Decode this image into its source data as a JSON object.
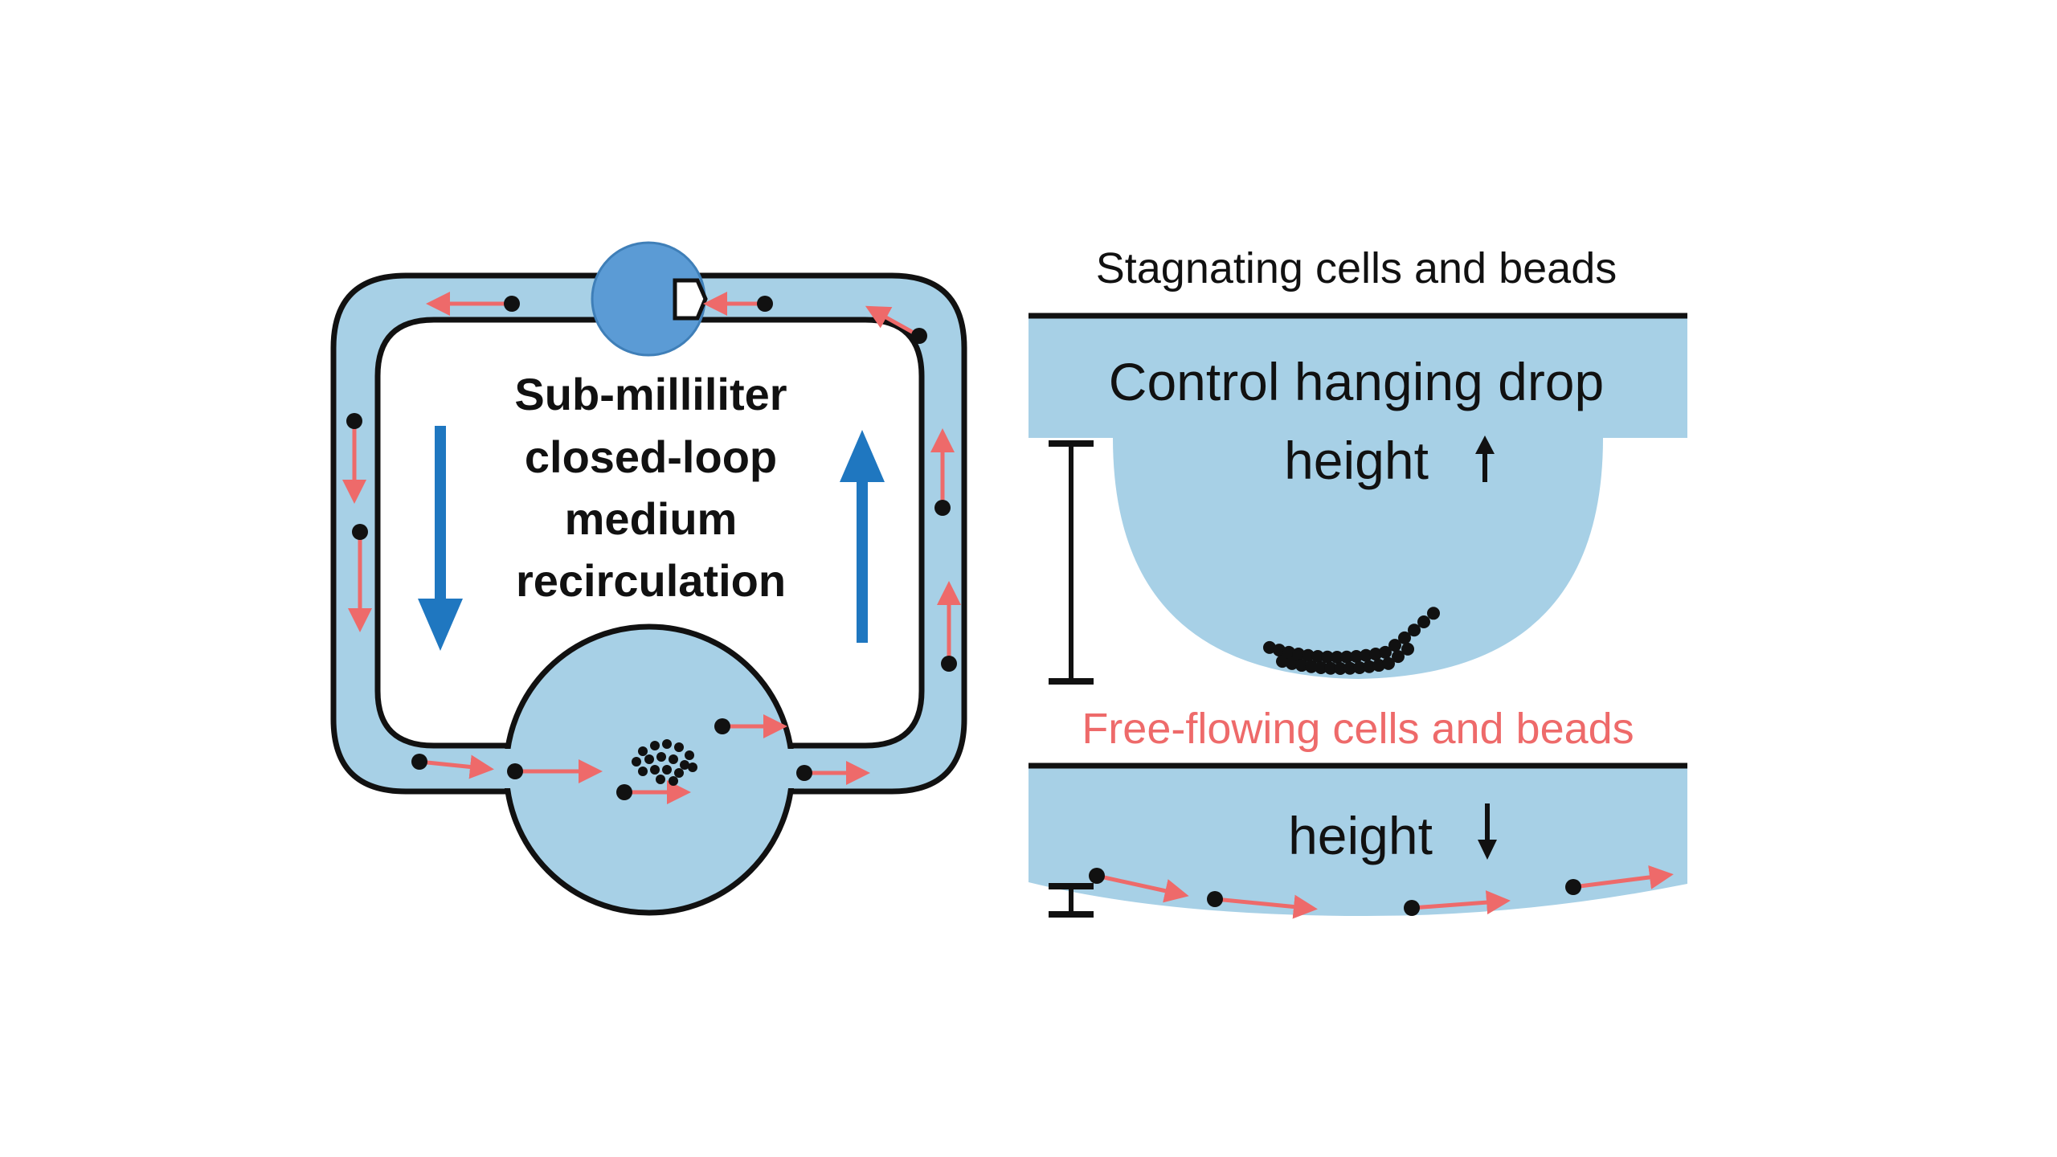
{
  "colors": {
    "medium": "#a7d0e6",
    "pump": "#5b9bd5",
    "flow_arrow": "#1f77c0",
    "particle_arrow": "#ee6a6a",
    "outline": "#111111",
    "free_flowing_text": "#ee6a6a",
    "background": "#ffffff"
  },
  "left_panel": {
    "title_lines": [
      "Sub-milliliter",
      "closed-loop",
      "medium",
      "recirculation"
    ],
    "components": {
      "pump": "pump-icon",
      "chamber": "culture-chamber",
      "cell_cluster": "cell-aggregate"
    },
    "flow_direction": [
      "down-left-side",
      "up-right-side"
    ]
  },
  "right_panel": {
    "top": {
      "heading": "Stagnating cells and beads",
      "label_line1": "Control hanging drop",
      "label_line2": "height",
      "arrow": "↑"
    },
    "bottom": {
      "heading": "Free-flowing cells and beads",
      "label_line1": "height",
      "arrow": "↓"
    }
  }
}
